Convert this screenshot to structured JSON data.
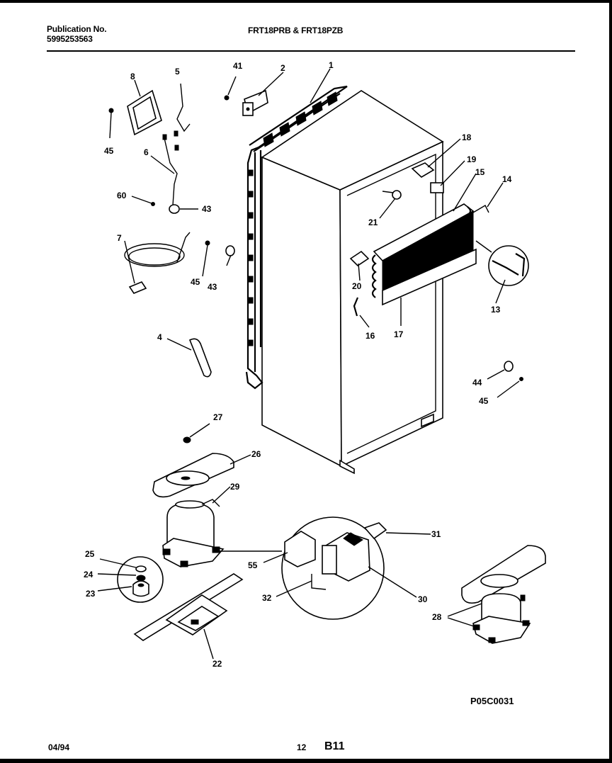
{
  "header": {
    "publication_label": "Publication No.",
    "publication_number": "5995253563",
    "models": "FRT18PRB & FRT18PZB"
  },
  "footer": {
    "date": "04/94",
    "page_number": "12",
    "section": "B11",
    "figure_id": "P05C0031"
  },
  "callouts": [
    "1",
    "2",
    "4",
    "5",
    "6",
    "7",
    "8",
    "13",
    "14",
    "15",
    "16",
    "17",
    "18",
    "19",
    "20",
    "21",
    "22",
    "23",
    "24",
    "25",
    "26",
    "27",
    "28",
    "29",
    "30",
    "31",
    "32",
    "41",
    "43",
    "43",
    "44",
    "45",
    "45",
    "45",
    "55",
    "60"
  ]
}
